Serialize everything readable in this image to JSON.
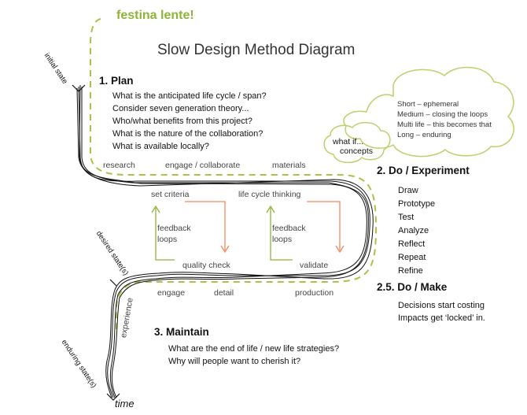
{
  "motto": "festina lente!",
  "title": "Slow Design Method Diagram",
  "plan": {
    "heading": "1. Plan",
    "items": [
      "What is the anticipated life cycle / span?",
      "Consider seven generation theory...",
      "Who/what benefits from this project?",
      "What is the nature of the collaboration?",
      "What is available locally?"
    ]
  },
  "cloud": {
    "lines": [
      "Short – ephemeral",
      "Medium – closing the loops",
      "Multi life – this becomes that",
      "Long – enduring"
    ],
    "what_if": "what if...",
    "concepts": "concepts"
  },
  "experiment": {
    "heading": "2. Do / Experiment",
    "items": [
      "Draw",
      "Prototype",
      "Test",
      "Analyze",
      "Reflect",
      "Repeat",
      "Refine"
    ]
  },
  "make": {
    "heading": "2.5. Do / Make",
    "items": [
      "Decisions start costing",
      "Impacts get ‘locked’ in."
    ]
  },
  "maintain": {
    "heading": "3. Maintain",
    "items": [
      "What are the end of life / new life strategies?",
      "Why will people want to cherish it?"
    ]
  },
  "path_labels": {
    "research": "research",
    "engage_collaborate": "engage / collaborate",
    "materials": "materials",
    "set_criteria": "set criteria",
    "life_cycle_thinking": "life cycle thinking",
    "feedback_loops_1": "feedback\nloops",
    "feedback_loops_2": "feedback\nloops",
    "quality_check": "quality check",
    "validate": "validate",
    "engage": "engage",
    "detail": "detail",
    "production": "production",
    "experience": "experience"
  },
  "axis": {
    "initial_state": "initial state",
    "desired_states": "desired state(s)",
    "enduring_states": "enduring state(s)",
    "time": "time"
  },
  "colors": {
    "green_accent": "#8fb339",
    "dashed_green": "#a6c548",
    "cloud_stroke": "#b9d26a",
    "feedback_green": "#8fb339",
    "feedback_orange": "#f08a5d",
    "path_black": "#111111"
  }
}
